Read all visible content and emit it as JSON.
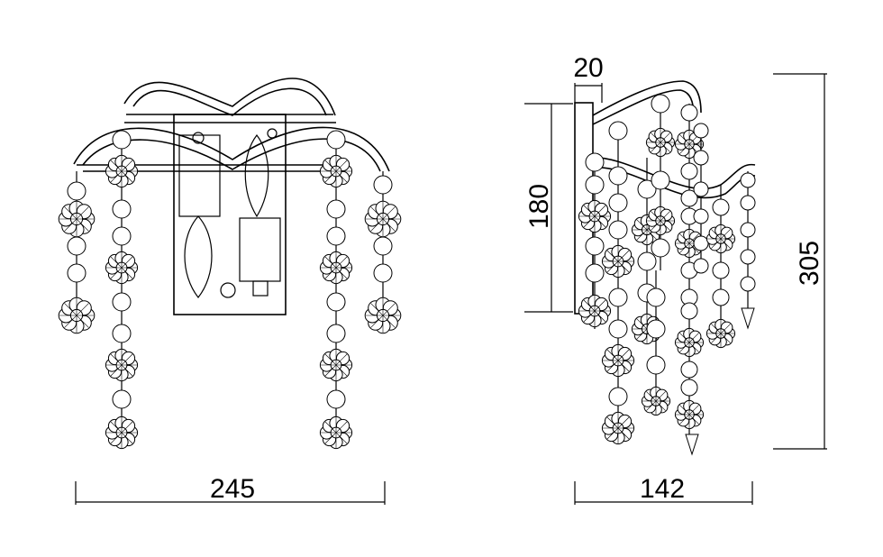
{
  "drawing": {
    "front_view": {
      "width_label": "245"
    },
    "side_view": {
      "depth_label": "142",
      "plate_label": "20",
      "plate_height_label": "180",
      "total_height_label": "305"
    }
  }
}
